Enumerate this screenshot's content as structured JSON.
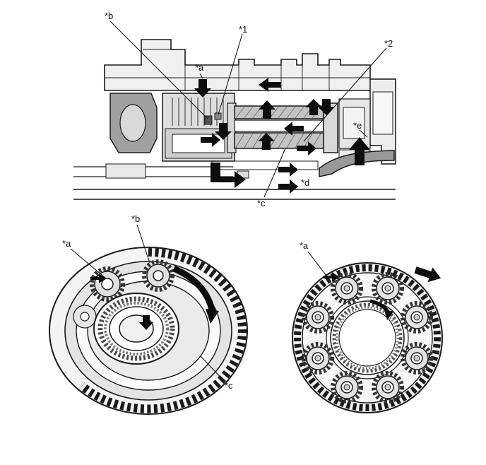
{
  "figure": {
    "colors": {
      "line": "#1a1a1a",
      "arrow": "#0d0d0d",
      "fill_light": "#f0f0f0",
      "fill_mid": "#c4c4c4",
      "fill_dark": "#999999",
      "background": "#ffffff"
    },
    "callouts": {
      "section_b": "*b",
      "section_1": "*1",
      "section_2": "*2",
      "section_a": "*a",
      "section_e": "*e",
      "section_d": "*d",
      "section_c": "*c",
      "carrier_a": "*a",
      "carrier_b": "*b",
      "carrier_c": "*c",
      "gear_a": "*a"
    }
  }
}
